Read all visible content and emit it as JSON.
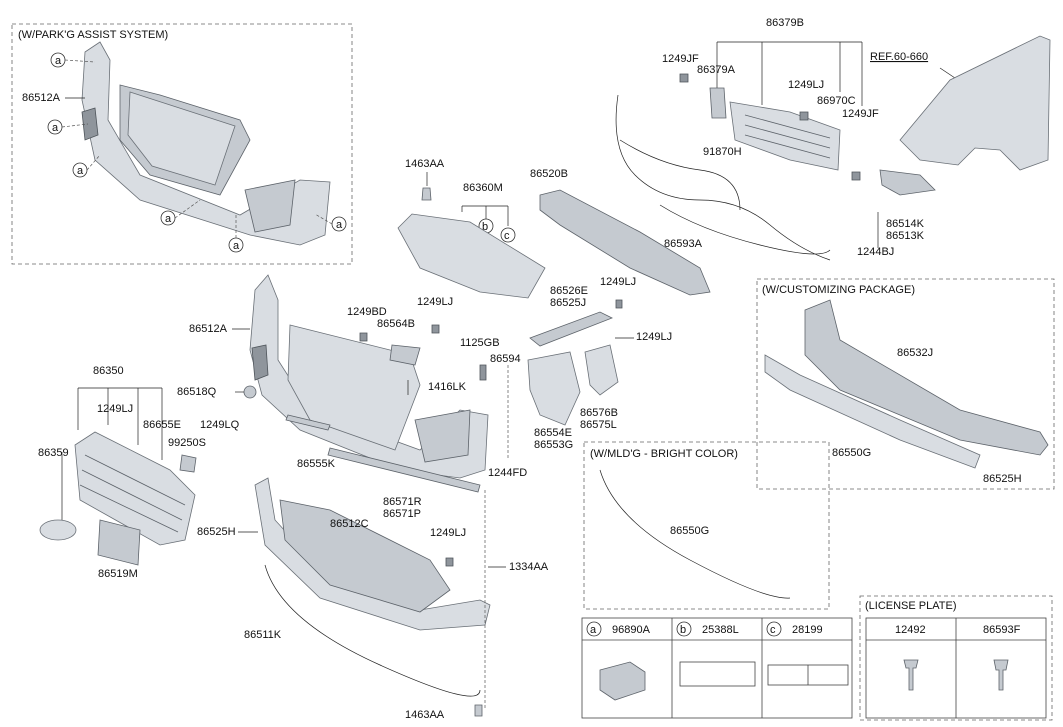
{
  "sections": {
    "park_assist": "(W/PARK'G ASSIST SYSTEM)",
    "customizing": "(W/CUSTOMIZING PACKAGE)",
    "mldg": "(W/MLD'G - BRIGHT COLOR)",
    "license": "(LICENSE PLATE)"
  },
  "callouts": [
    "a",
    "b",
    "c"
  ],
  "labels": {
    "p86512A_top": "86512A",
    "p86379B": "86379B",
    "p1249JF_a": "1249JF",
    "p86379A": "86379A",
    "p1249LJ_a": "1249LJ",
    "p86970C": "86970C",
    "p1249JF_b": "1249JF",
    "ref": "REF.60-660",
    "p91870H": "91870H",
    "p86514K": "86514K",
    "p86513K": "86513K",
    "p1244BJ": "1244BJ",
    "p86520B": "86520B",
    "p86593A": "86593A",
    "p1463AA_a": "1463AA",
    "p86360M": "86360M",
    "p1249LJ_b": "1249LJ",
    "p86526E": "86526E",
    "p86525J": "86525J",
    "p1249BD": "1249BD",
    "p86564B": "86564B",
    "p1249LJ_c": "1249LJ",
    "p86512A_mid": "86512A",
    "p1249LJ_d": "1249LJ",
    "p1125GB": "1125GB",
    "p86594": "86594",
    "p86518Q": "86518Q",
    "p1416LK": "1416LK",
    "p86576B": "86576B",
    "p86575L": "86575L",
    "p86554E": "86554E",
    "p86553G": "86553G",
    "p86350": "86350",
    "p1249LJ_e": "1249LJ",
    "p86655E": "86655E",
    "p1249LQ": "1249LQ",
    "p99250S": "99250S",
    "p86359": "86359",
    "p86555K": "86555K",
    "p1244FD": "1244FD",
    "p86571R": "86571R",
    "p86571P": "86571P",
    "p86519M": "86519M",
    "p86525H_left": "86525H",
    "p86512C": "86512C",
    "p1249LJ_f": "1249LJ",
    "p1334AA": "1334AA",
    "p86511K": "86511K",
    "p1463AA_b": "1463AA",
    "p86532J": "86532J",
    "p86550G_right": "86550G",
    "p86525H_right": "86525H",
    "p86550G_mid": "86550G"
  },
  "table_abc": {
    "headers": [
      {
        "circle": "a",
        "part": "96890A"
      },
      {
        "circle": "b",
        "part": "25388L"
      },
      {
        "circle": "c",
        "part": "28199"
      }
    ]
  },
  "table_license": {
    "headers": [
      "12492",
      "86593F"
    ]
  }
}
